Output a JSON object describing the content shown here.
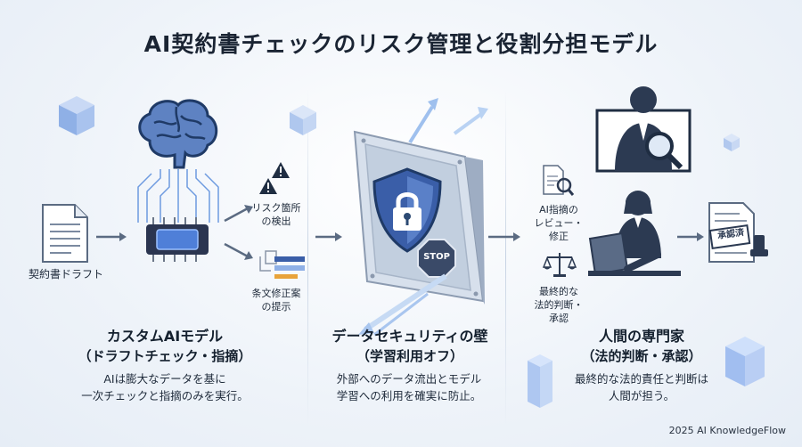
{
  "title": "AI契約書チェックのリスク管理と役割分担モデル",
  "input_label": "契約書ドラフト",
  "left_outputs": {
    "risk_line1": "リスク箇所",
    "risk_line2": "の検出",
    "fix_line1": "条文修正案",
    "fix_line2": "の提示"
  },
  "shield_sign": "STOP",
  "right_tasks": {
    "review_line1": "AI指摘の",
    "review_line2": "レビュー・",
    "review_line3": "修正",
    "judge_line1": "最終的な",
    "judge_line2": "法的判断・",
    "judge_line3": "承認"
  },
  "stamp_text": "承認済",
  "columns": [
    {
      "title": "カスタムAIモデル",
      "subtitle": "（ドラフトチェック・指摘）",
      "desc_line1": "AIは膨大なデータを基に",
      "desc_line2": "一次チェックと指摘のみを実行。"
    },
    {
      "title": "データセキュリティの壁",
      "subtitle": "（学習利用オフ）",
      "desc_line1": "外部へのデータ流出とモデル",
      "desc_line2": "学習への利用を確実に防止。"
    },
    {
      "title": "人間の専門家",
      "subtitle": "（法的判断・承認）",
      "desc_line1": "最終的な法的責任と判断は",
      "desc_line2": "人間が担う。"
    }
  ],
  "footer": "2025 AI KnowledgeFlow",
  "colors": {
    "primary": "#2c4a73",
    "accent": "#4a78c2",
    "light": "#cfe0f5",
    "warn": "#e8a33a"
  }
}
